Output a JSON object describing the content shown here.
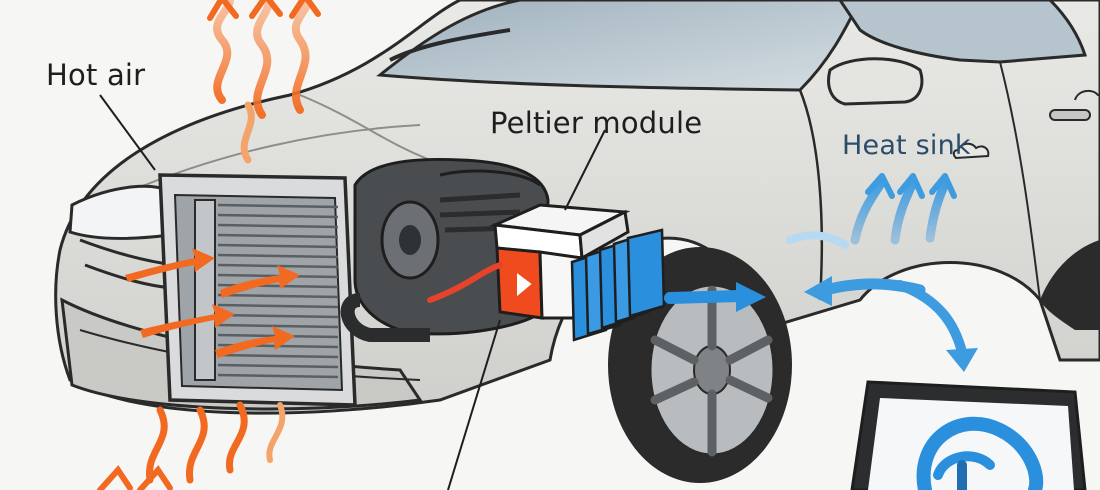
{
  "labels": {
    "hot_air": "Hot air",
    "peltier_module": "Peltier module",
    "heat_sink": "Heat sink"
  },
  "colors": {
    "hot_air_arrows": "#f26a21",
    "cold_air_arrows": "#3d9be0",
    "peltier_hot_side": "#f04b1e",
    "peltier_cold_side": "#2a8fdd",
    "car_body": "#dcdcd8",
    "outline": "#2a2a2a",
    "background": "#f6f6f4"
  },
  "icons": [
    "hot-air-arrow-icon",
    "cold-air-arrow-icon",
    "power-icon"
  ]
}
